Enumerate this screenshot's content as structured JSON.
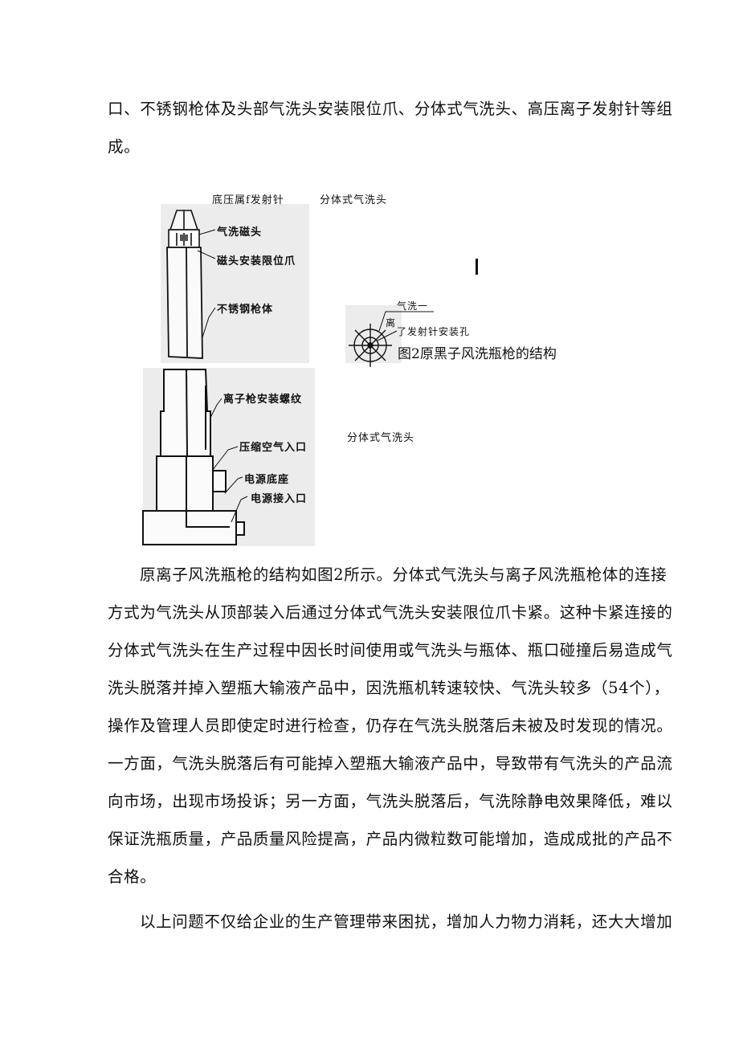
{
  "intro": {
    "lines": [
      "口、不锈钢枪体及头部气洗头安装限位爪、分体式气洗头、高压离子发射针等组",
      "成。"
    ]
  },
  "figure": {
    "top_labels": {
      "needle": "底压属f发射针",
      "head": "分体式气洗头"
    },
    "upper_callouts": [
      "气洗磁头",
      "磁头安装限位爪",
      "不锈钢枪体"
    ],
    "lower_callouts": [
      "离子枪安装螺纹",
      "压缩空气入口",
      "电源底座",
      "电源接入口"
    ],
    "detail_labels": [
      "气洗一",
      "离",
      "了发射针安装孔"
    ],
    "caption": "图2原黑子风洗瓶枪的结构",
    "side_label": "分体式气洗头"
  },
  "body": {
    "paragraph1": [
      "原离子风洗瓶枪的结构如图2所示。分体式气洗头与离子风洗瓶枪体的连接",
      "方式为气洗头从顶部装入后通过分体式气洗头安装限位爪卡紧。这种卡紧连接的",
      "分体式气洗头在生产过程中因长时间使用或气洗头与瓶体、瓶口碰撞后易造成气",
      "洗头脱落并掉入塑瓶大输液产品中，因洗瓶机转速较快、气洗头较多（54个），",
      "操作及管理人员即使定时进行检查，仍存在气洗头脱落后未被及时发现的情况。",
      "一方面，气洗头脱落后有可能掉入塑瓶大输液产品中，导致带有气洗头的产品流",
      "向市场，出现市场投诉；另一方面，气洗头脱落后，气洗除静电效果降低，难以",
      "保证洗瓶质量，产品质量风险提高，产品内微粒数可能增加，造成成批的产品不",
      "合格。"
    ],
    "paragraph2": [
      "以上问题不仅给企业的生产管理带来困扰，增加人力物力消耗，还大大增加"
    ]
  }
}
